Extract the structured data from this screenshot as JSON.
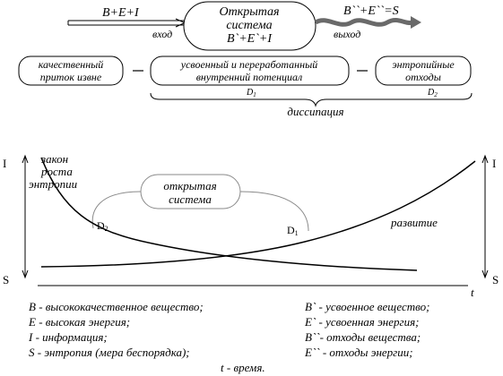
{
  "top_flow": {
    "input_formula": "B+E+I",
    "input_label": "вход",
    "system_title_1": "Открытая",
    "system_title_2": "система",
    "system_formula": "B`+E`+I",
    "output_formula": "B``+E``=S",
    "output_label": "выход"
  },
  "boxes": {
    "quality_inflow_1": "качественный",
    "quality_inflow_2": "приток извне",
    "internal_potential_1": "усвоенный и переработанный",
    "internal_potential_2": "внутренний потенциал",
    "entropy_waste_1": "энтропийные",
    "entropy_waste_2": "отходы",
    "d1": "D",
    "d1_sub": "1",
    "d2": "D",
    "d2_sub": "2",
    "dissipation": "диссипация"
  },
  "graph": {
    "left_top_label": "I",
    "left_bottom_label": "S",
    "right_top_label": "I",
    "right_bottom_label": "S",
    "t_label": "t",
    "entropy_law_1": "закон",
    "entropy_law_2": "роста",
    "entropy_law_3": "энтропии",
    "open_system_1": "открытая",
    "open_system_2": "система",
    "d2_curve": "D",
    "d2_curve_sub": "2",
    "d1_curve": "D",
    "d1_curve_sub": "1",
    "development": "развитие"
  },
  "legend": {
    "left": [
      "B - высококачественное вещество;",
      "E - высокая энергия;",
      "I - информация;",
      "S - энтропия (мера беспорядка);"
    ],
    "right": [
      "B` - усвоенное вещество;",
      "E` - усвоенная энергия;",
      "B``- отходы вещества;",
      "E`` - отходы энергии;"
    ],
    "time": "t - время."
  }
}
